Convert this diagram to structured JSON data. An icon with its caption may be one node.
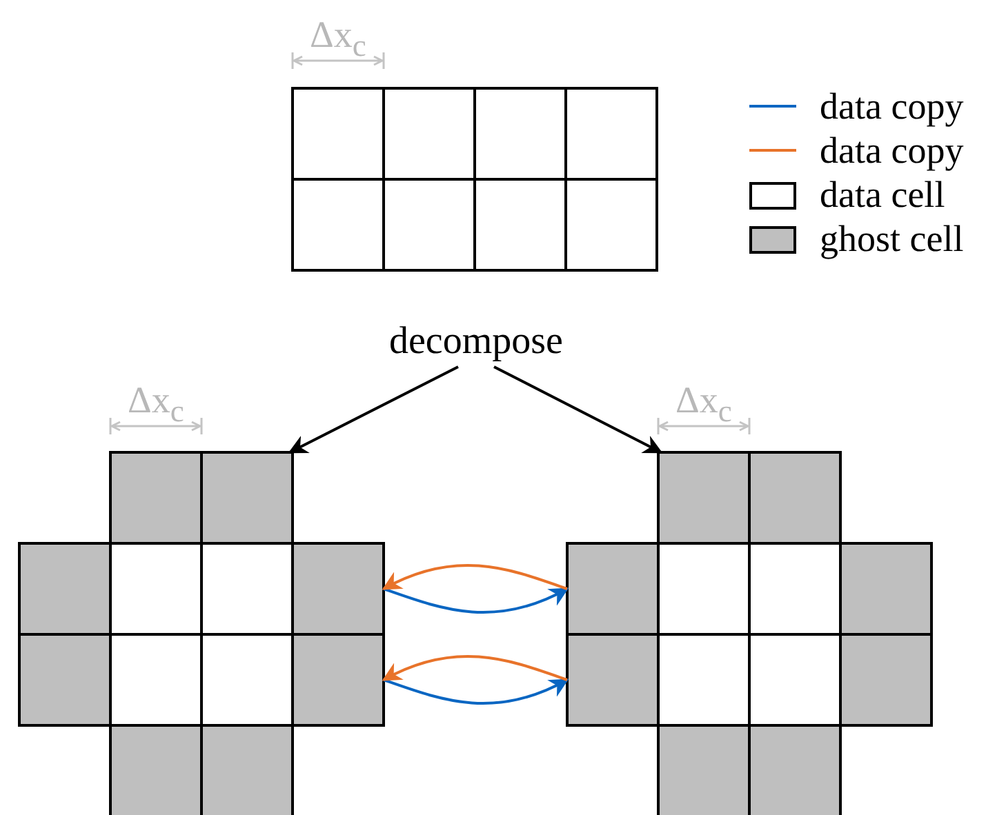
{
  "diagram": {
    "nodes": [
      {
        "text": [],
        "shape": "grid"
      },
      {
        "text": [
          "decompose"
        ]
      },
      {
        "text": [],
        "shape": "grid"
      },
      {
        "text": [],
        "shape": "grid"
      }
    ],
    "edges": [
      {
        "from": 1,
        "to": 2,
        "arrow": "to"
      },
      {
        "from": 1,
        "to": 3,
        "arrow": "to"
      },
      {
        "from": 2,
        "to": 3,
        "arrow": "to",
        "color": "#0a66c2"
      },
      {
        "from": 3,
        "to": 2,
        "arrow": "to",
        "color": "#e8732a"
      },
      {
        "from": 2,
        "to": 3,
        "arrow": "to",
        "color": "#0a66c2"
      },
      {
        "from": 3,
        "to": 2,
        "arrow": "to",
        "color": "#e8732a"
      }
    ],
    "labels": [
      "Δx$_{c}$",
      "Δx$_{c}$",
      "Δx$_{c}$"
    ],
    "legend": [
      {
        "text": "data copy"
      },
      {
        "text": "data copy"
      },
      {
        "text": "data cell"
      },
      {
        "text": "ghost cell"
      }
    ]
  }
}
